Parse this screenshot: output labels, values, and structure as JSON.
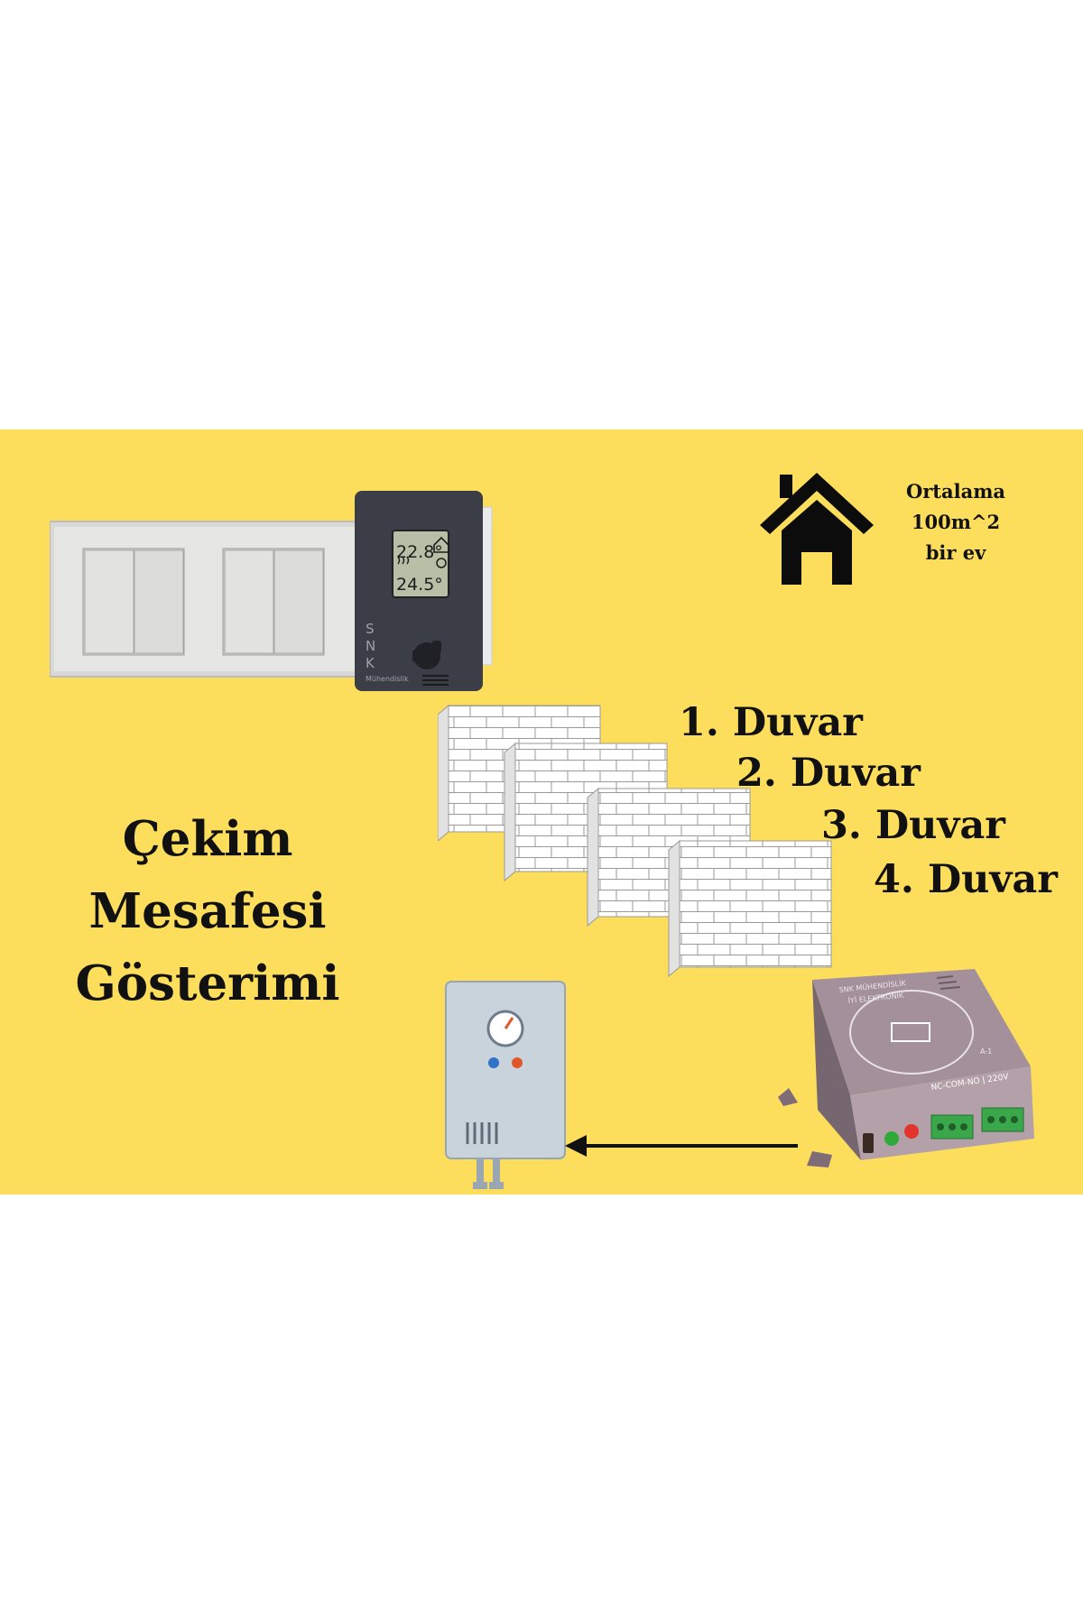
{
  "house_caption": {
    "line1": "Ortalama",
    "line2": "100m^2",
    "line3": "bir ev"
  },
  "walls": [
    {
      "label": "1. Duvar"
    },
    {
      "label": "2. Duvar"
    },
    {
      "label": "3. Duvar"
    },
    {
      "label": "4. Duvar"
    }
  ],
  "title": {
    "line1": "Çekim",
    "line2": "Mesafesi",
    "line3": "Gösterimi"
  },
  "thermostat": {
    "brand_letters": [
      "S",
      "N",
      "K"
    ],
    "brand_sub": "Mühendislik",
    "temp_room": "22.8°",
    "temp_set": "24.5°"
  },
  "receiver": {
    "top_text_1": "SNK MÜHENDİSLİK",
    "top_text_2": "İYİ ELEKTRONİK",
    "model": "A-1",
    "terminal_label": "NC-COM-NO | 220V"
  },
  "colors": {
    "banner": "#fdde5c",
    "text": "#111111",
    "thermostat_body": "#3b3e46",
    "boiler_body": "#c9d3dc",
    "receiver_body": "#8f7c86"
  }
}
